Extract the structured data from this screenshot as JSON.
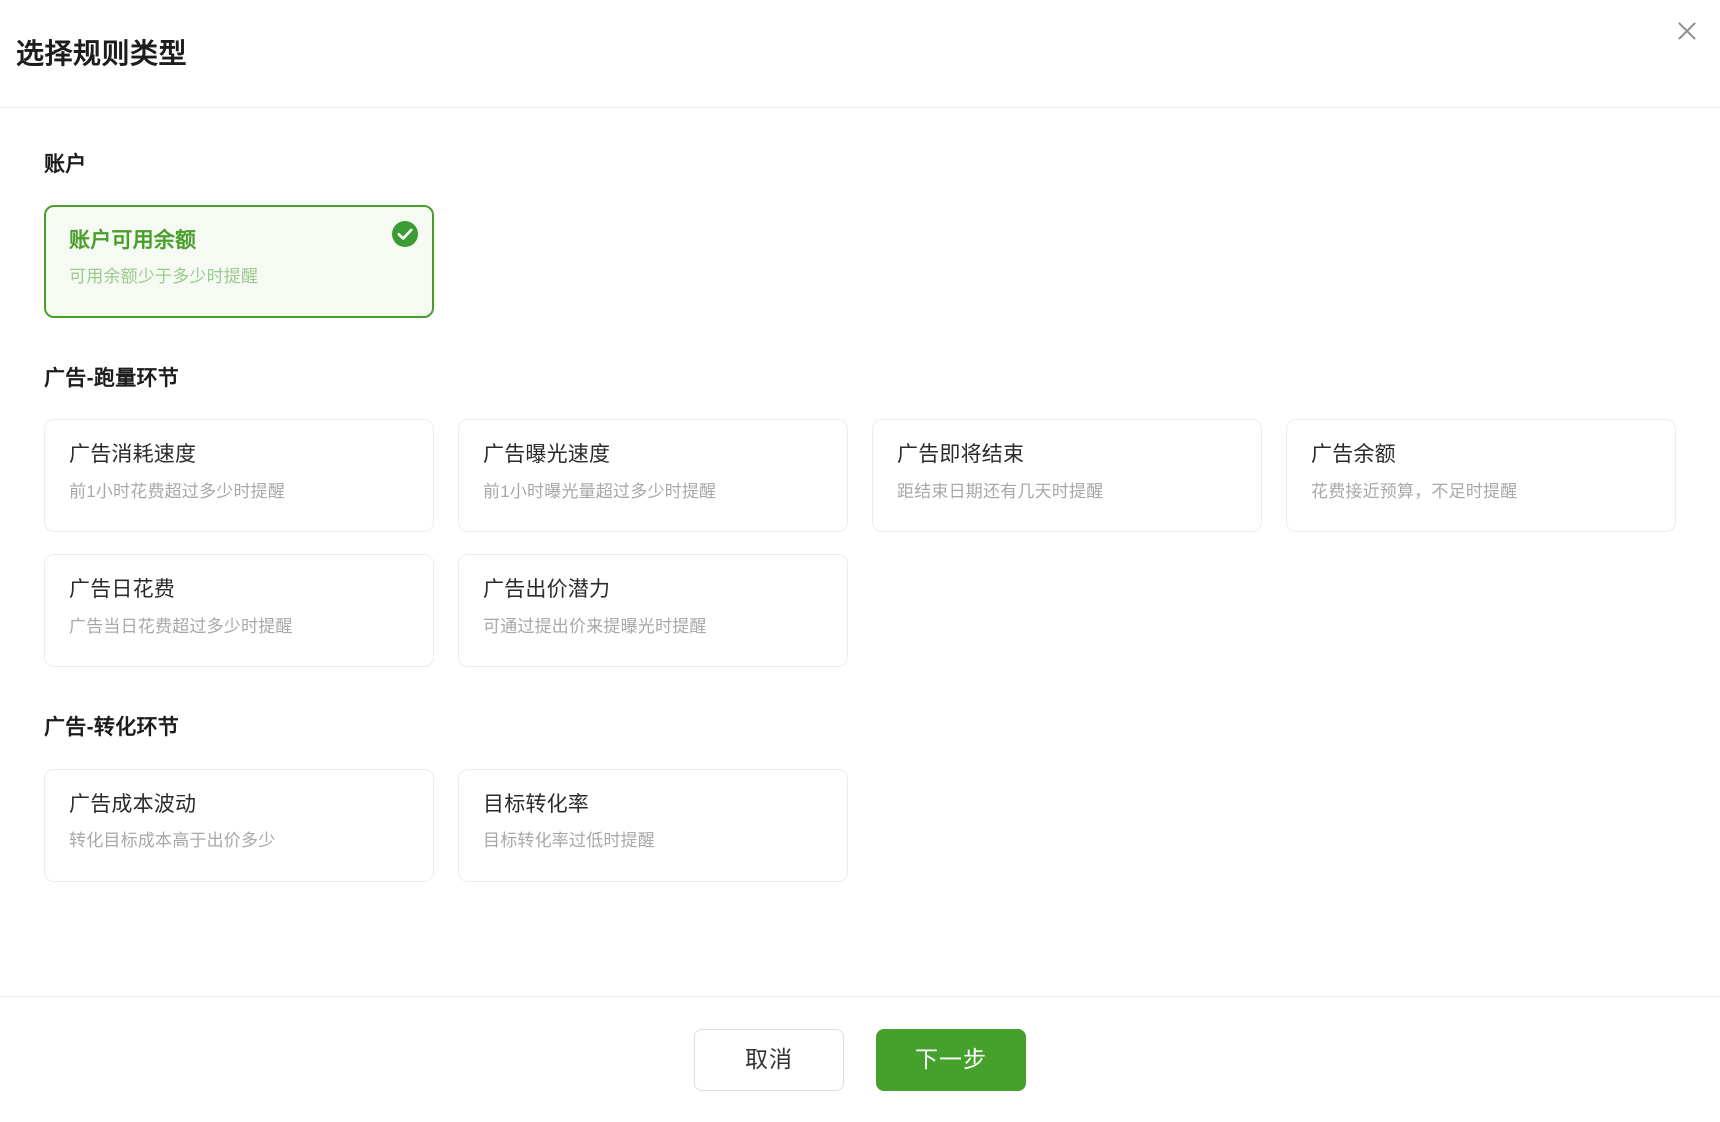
{
  "dialog": {
    "title": "选择规则类型",
    "close_icon": "close-icon"
  },
  "sections": [
    {
      "id": "account",
      "title": "账户",
      "cards": [
        {
          "title": "账户可用余额",
          "desc": "可用余额少于多少时提醒",
          "selected": true,
          "check_icon": "check-circle-icon"
        }
      ]
    },
    {
      "id": "run",
      "title": "广告-跑量环节",
      "cards": [
        {
          "title": "广告消耗速度",
          "desc": "前1小时花费超过多少时提醒",
          "selected": false
        },
        {
          "title": "广告曝光速度",
          "desc": "前1小时曝光量超过多少时提醒",
          "selected": false
        },
        {
          "title": "广告即将结束",
          "desc": "距结束日期还有几天时提醒",
          "selected": false
        },
        {
          "title": "广告余额",
          "desc": "花费接近预算，不足时提醒",
          "selected": false
        },
        {
          "title": "广告日花费",
          "desc": "广告当日花费超过多少时提醒",
          "selected": false
        },
        {
          "title": "广告出价潜力",
          "desc": "可通过提出价来提曝光时提醒",
          "selected": false
        }
      ]
    },
    {
      "id": "conversion",
      "title": "广告-转化环节",
      "cards": [
        {
          "title": "广告成本波动",
          "desc": "转化目标成本高于出价多少",
          "selected": false
        },
        {
          "title": "目标转化率",
          "desc": "目标转化率过低时提醒",
          "selected": false
        }
      ]
    }
  ],
  "footer": {
    "cancel_label": "取消",
    "next_label": "下一步"
  },
  "colors": {
    "accent_green": "#45a02c",
    "selected_border": "#4a9f2c",
    "selected_bg": "#f5faf3",
    "card_border": "#ebedf0",
    "desc_gray": "#a8a8a8"
  }
}
